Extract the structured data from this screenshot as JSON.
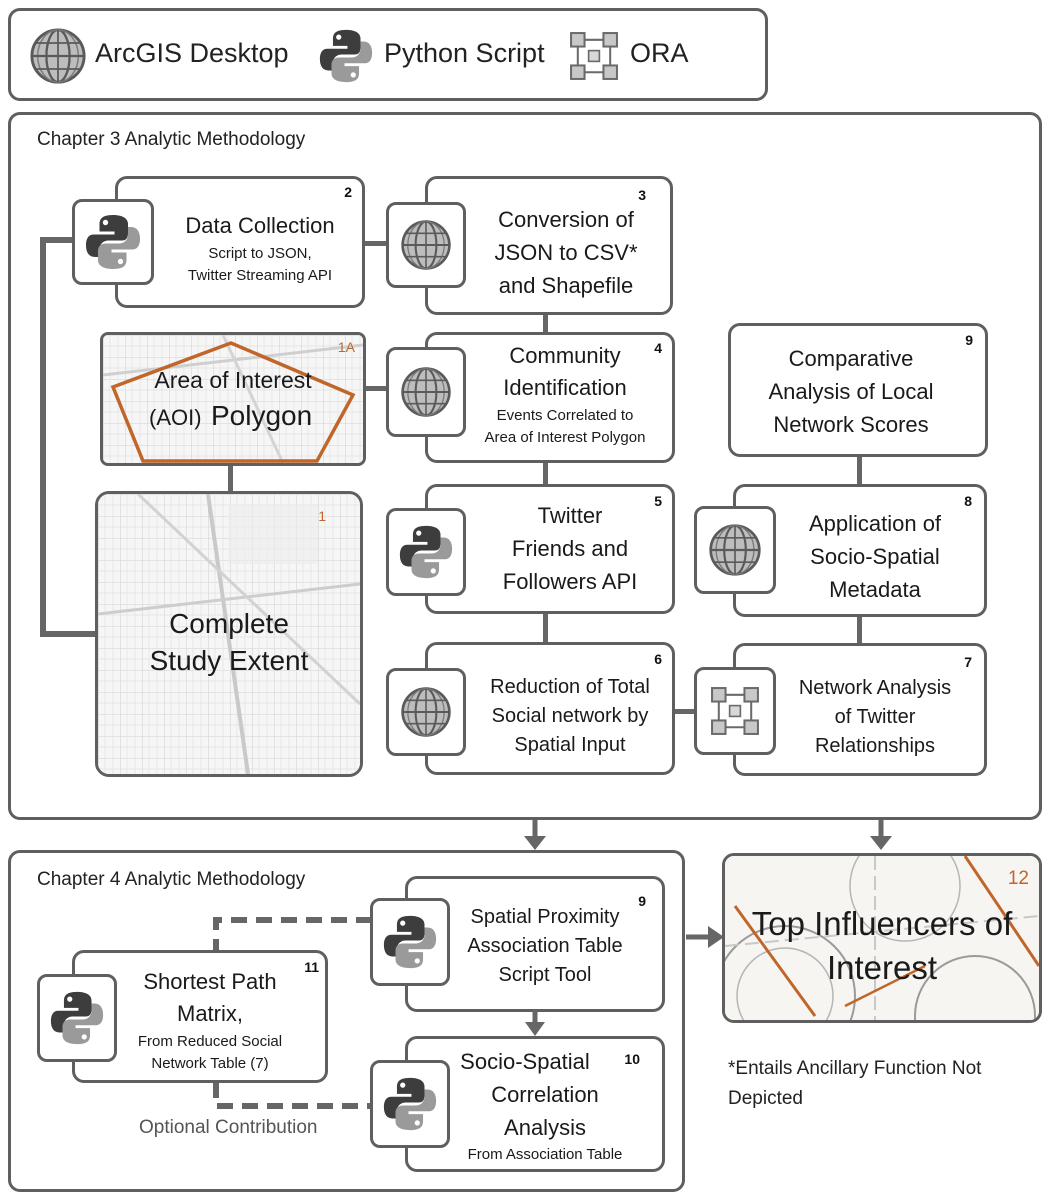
{
  "legend": {
    "items": [
      {
        "icon": "globe-icon",
        "label": "ArcGIS Desktop"
      },
      {
        "icon": "python-icon",
        "label": "Python Script"
      },
      {
        "icon": "network-icon",
        "label": "ORA"
      }
    ]
  },
  "chapter3": {
    "title": "Chapter 3 Analytic Methodology",
    "nodes": {
      "n1": {
        "num": "1",
        "line1": "Complete",
        "line2": "Study Extent"
      },
      "n1a": {
        "num": "1A",
        "line1": "Area of Interest",
        "line2_prefix": "(AOI)",
        "line2": "Polygon"
      },
      "n2": {
        "num": "2",
        "title": "Data Collection",
        "sub1": "Script to JSON,",
        "sub2": "Twitter Streaming API"
      },
      "n3": {
        "num": "3",
        "line1": "Conversion of",
        "line2": "JSON to CSV*",
        "line3": "and Shapefile"
      },
      "n4": {
        "num": "4",
        "line1": "Community",
        "line2": "Identification",
        "sub1": "Events Correlated to",
        "sub2": "Area of Interest Polygon"
      },
      "n5": {
        "num": "5",
        "line1": "Twitter",
        "line2": "Friends and",
        "line3": "Followers API"
      },
      "n6": {
        "num": "6",
        "line1": "Reduction of Total",
        "line2": "Social network by",
        "line3": "Spatial Input"
      },
      "n7": {
        "num": "7",
        "line1": "Network Analysis",
        "line2": "of Twitter",
        "line3": "Relationships"
      },
      "n8": {
        "num": "8",
        "line1": "Application of",
        "line2": "Socio-Spatial",
        "line3": "Metadata"
      },
      "n9": {
        "num": "9",
        "line1": "Comparative",
        "line2": "Analysis of Local",
        "line3": "Network Scores"
      }
    }
  },
  "chapter4": {
    "title": "Chapter 4 Analytic Methodology",
    "optional_label": "Optional Contribution",
    "nodes": {
      "n9": {
        "num": "9",
        "line1": "Spatial Proximity",
        "line2": "Association Table",
        "line3": "Script Tool"
      },
      "n10": {
        "num": "10",
        "line1": "Socio-Spatial",
        "line2": "Correlation",
        "line3": "Analysis",
        "sub": "From Association Table"
      },
      "n11": {
        "num": "11",
        "line1": "Shortest Path",
        "line2": "Matrix,",
        "sub1": "From Reduced Social",
        "sub2": "Network Table (7)"
      }
    }
  },
  "output": {
    "num": "12",
    "line1": "Top Influencers of",
    "line2": "Interest"
  },
  "footnote": {
    "line1": "*Entails Ancillary Function Not",
    "line2": "Depicted"
  },
  "colors": {
    "border": "#5f5f5f",
    "accent_orange": "#c0662a",
    "python_dark": "#3d3d3d",
    "python_light": "#9a9a9a"
  }
}
